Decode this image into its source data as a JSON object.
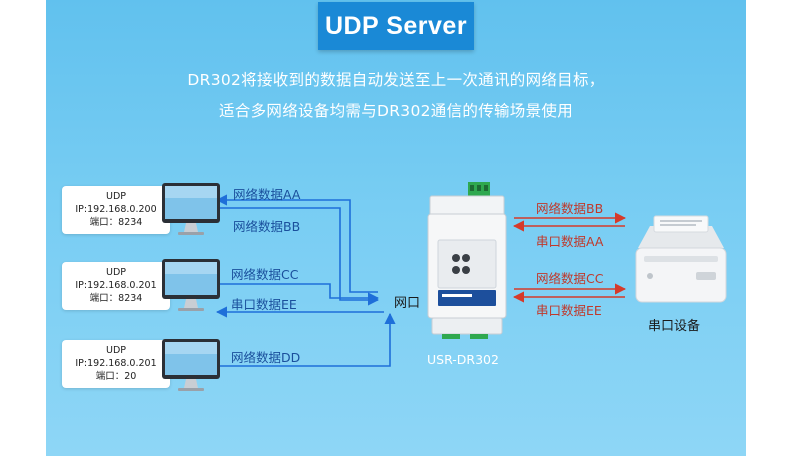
{
  "title": "UDP Server",
  "description": {
    "line1": "DR302将接收到的数据自动发送至上一次通讯的网络目标，",
    "line2": "适合多网络设备均需与DR302通信的传输场景使用"
  },
  "clients": [
    {
      "proto": "UDP",
      "ip": "IP:192.168.0.200",
      "port": "端口：8234"
    },
    {
      "proto": "UDP",
      "ip": "IP:192.168.0.201",
      "port": "端口：8234"
    },
    {
      "proto": "UDP",
      "ip": "IP:192.168.0.201",
      "port": "端口：20"
    }
  ],
  "network_labels": {
    "aa": "网络数据AA",
    "bb": "网络数据BB",
    "cc": "网络数据CC",
    "ee": "串口数据EE",
    "dd": "网络数据DD"
  },
  "port_label": "网口",
  "device_name": "USR-DR302",
  "serial_labels": {
    "bb": "网络数据BB",
    "aa": "串口数据AA",
    "cc": "网络数据CC",
    "ee": "串口数据EE"
  },
  "serial_device_label": "串口设备",
  "colors": {
    "panel": "#6cc7f1",
    "title_bg": "#1a89d6",
    "network_line": "#1e6fd9",
    "serial_line": "#d63a2a"
  }
}
